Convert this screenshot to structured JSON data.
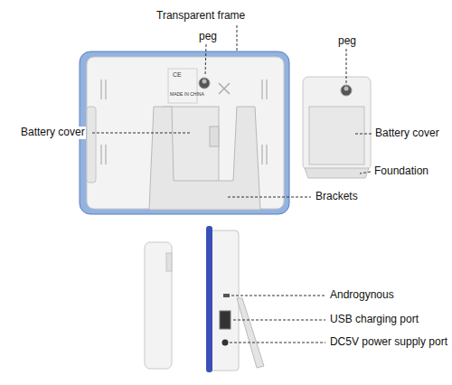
{
  "diagram": {
    "labels": [
      "Transparent frame",
      "peg",
      "CE",
      "MADE IN CHINA",
      "Battery cover",
      "peg",
      "Battery cover",
      "Foundation",
      "Brackets",
      "Androgynous",
      "USB charging port",
      "DC5V power supply port"
    ]
  }
}
